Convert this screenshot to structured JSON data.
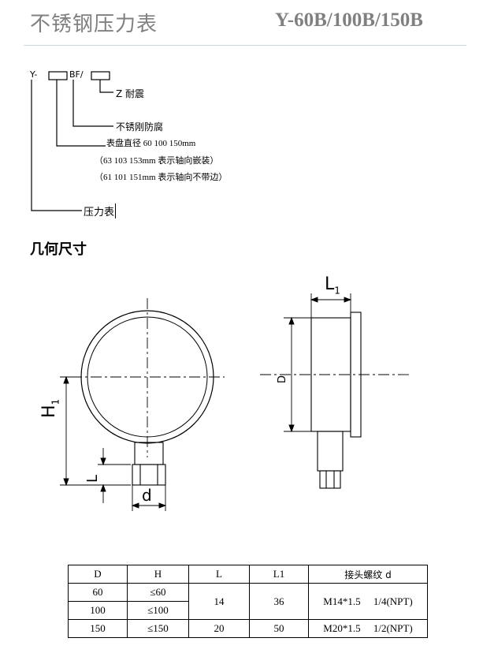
{
  "header": {
    "title": "不锈钢压力表",
    "model": "Y-60B/100B/150B"
  },
  "model_code": {
    "prefix": "Y-",
    "bf": "BF/",
    "z_label": "Z 耐震",
    "anticorrosion": "不锈刚防腐",
    "dial_diameter": "表盘直径 60 100 150mm",
    "note_embedded": "（63    103    153mm 表示轴向嵌装）",
    "note_no_edge": "（61    101    151mm 表示轴向不带边）",
    "pressure_gauge": "压力表"
  },
  "section": {
    "geometry_title": "几何尺寸"
  },
  "drawing_labels": {
    "h1": "H",
    "h1_sub": "1",
    "l": "L",
    "d_small": "d",
    "d_big": "D",
    "l1": "L",
    "l1_sub": "1"
  },
  "table": {
    "headers": [
      "D",
      "H",
      "L",
      "L1",
      "接头螺纹 d"
    ],
    "rows": [
      {
        "D": "60",
        "H": "≤60"
      },
      {
        "D": "100",
        "H": "≤100"
      },
      {
        "D": "150",
        "H": "≤150"
      }
    ],
    "L_small": "14",
    "L1_small": "36",
    "thread_small": "M14*1.5     1/4(NPT)",
    "L_large": "20",
    "L1_large": "50",
    "thread_large": "M20*1.5     1/2(NPT)"
  }
}
